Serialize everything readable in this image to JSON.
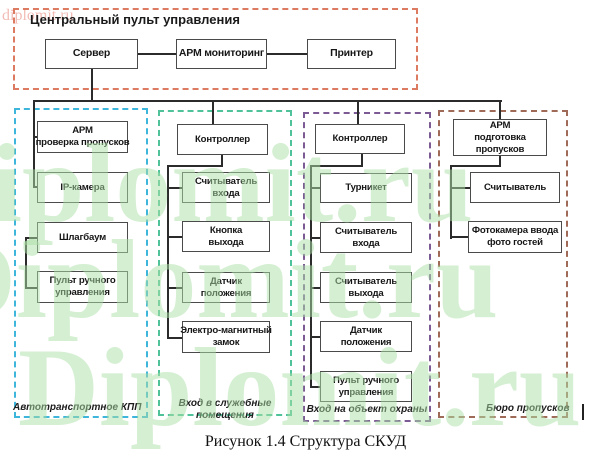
{
  "caption": "Рисунок 1.4 Структура СКУД",
  "watermark": {
    "text": "Diplomit.ru",
    "small_text": "diplomit.ru",
    "green": "#abe0a6",
    "pink": "#e8857a"
  },
  "colors": {
    "central_border": "#dd7a62",
    "zone1_border": "#3eb5da",
    "zone2_border": "#4fc29a",
    "zone3_border": "#7c5a94",
    "zone4_border": "#a06a58",
    "node_border": "#4a4a4a",
    "connector": "#2b2b2b"
  },
  "central_panel": {
    "title": "Центральный пульт управления",
    "nodes": [
      "Сервер",
      "АРМ мониторинг",
      "Принтер"
    ]
  },
  "zones": [
    {
      "label": "Автотранспортное КПП",
      "nodes": [
        "АРМ\nпроверка пропусков",
        "IP-камера",
        "Шлагбаум",
        "Пульт ручного\nуправления"
      ]
    },
    {
      "label": "Вход в служебные\nпомещения",
      "nodes": [
        "Контроллер",
        "Считыватель\nвхода",
        "Кнопка\nвыхода",
        "Датчик\nположения",
        "Электро-магнитный\nзамок"
      ]
    },
    {
      "label": "Вход на объект охраны",
      "nodes": [
        "Контроллер",
        "Турникет",
        "Считыватель\nвхода",
        "Считыватель\nвыхода",
        "Датчик\nположения",
        "Пульт ручного\nуправления"
      ]
    },
    {
      "label": "Бюро пропусков",
      "nodes": [
        "АРМ\nподготовка\nпропусков",
        "Считыватель",
        "Фотокамера ввода\nфото гостей"
      ]
    }
  ]
}
